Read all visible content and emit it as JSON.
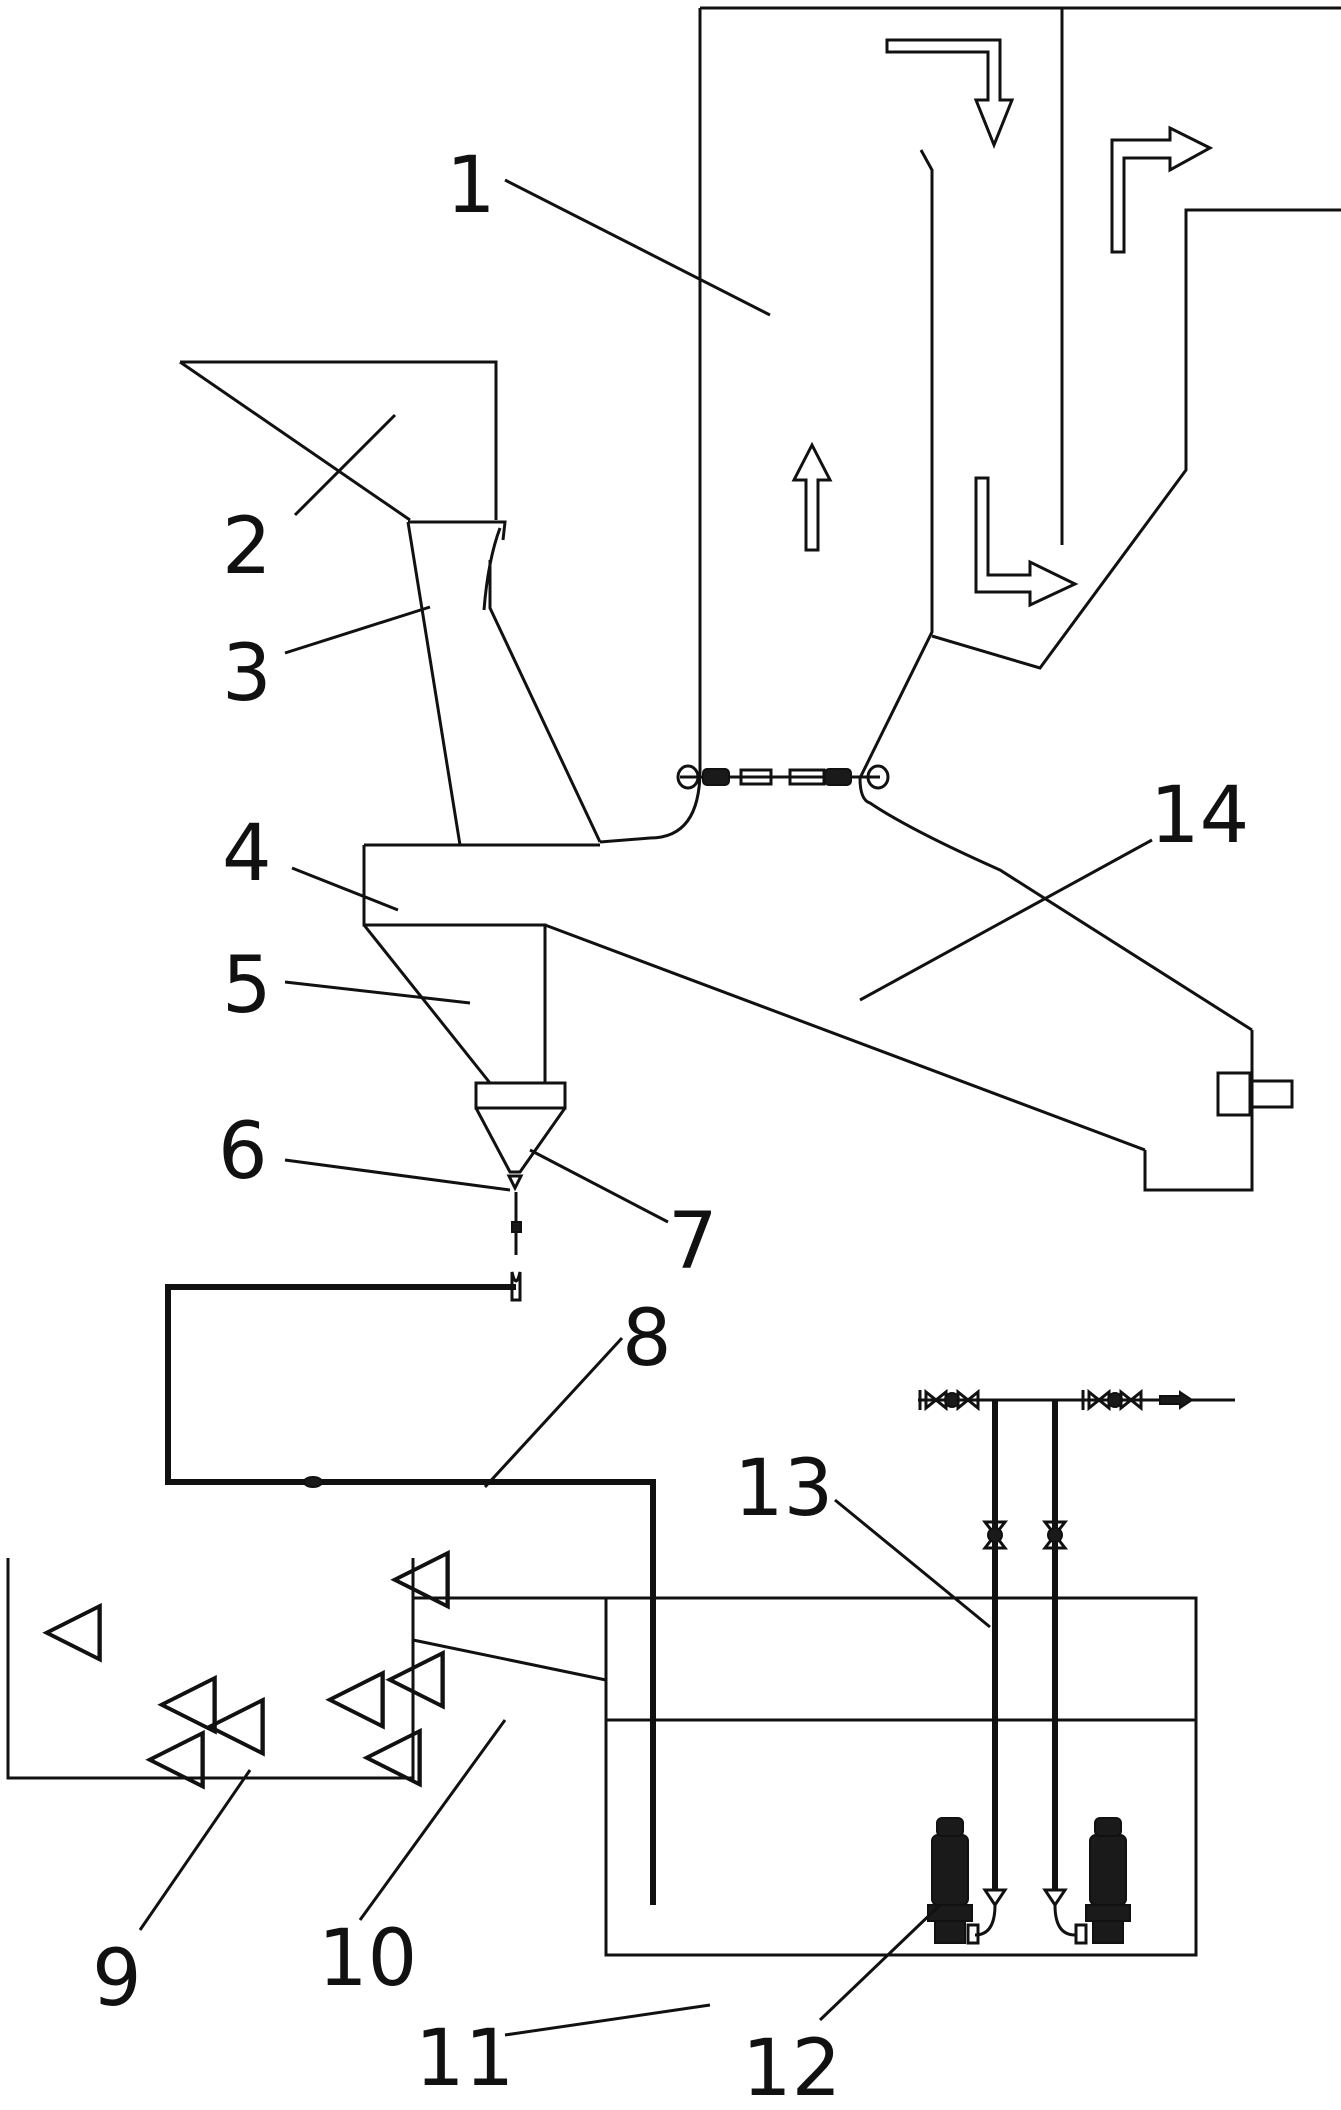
{
  "labels": [
    "1",
    "2",
    "3",
    "4",
    "5",
    "6",
    "7",
    "8",
    "9",
    "10",
    "11",
    "12",
    "13",
    "14"
  ]
}
